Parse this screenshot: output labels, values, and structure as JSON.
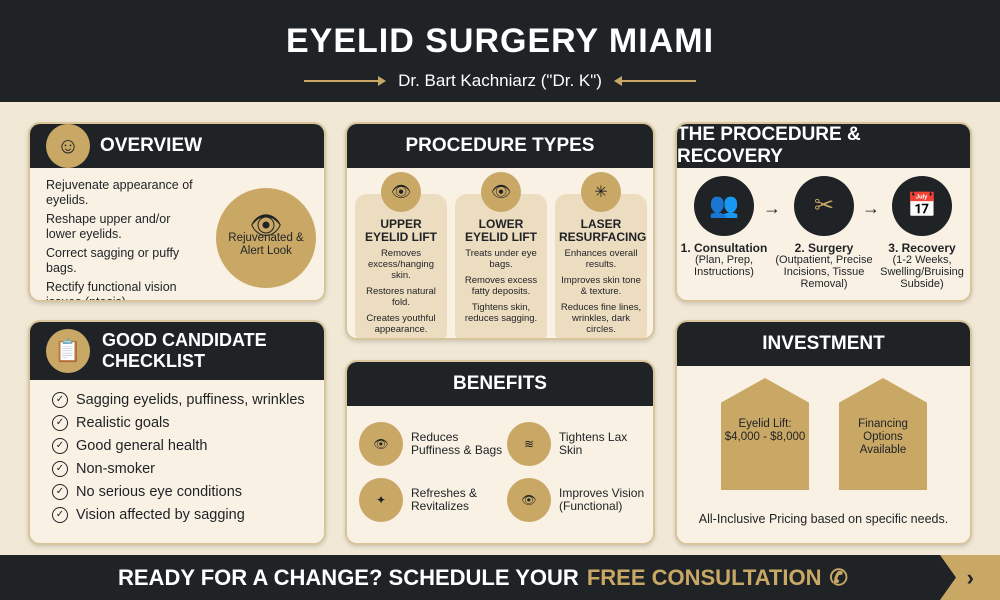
{
  "header": {
    "title": "EYELID SURGERY MIAMI",
    "subtitle": "Dr. Bart Kachniarz (\"Dr. K\")"
  },
  "overview": {
    "title": "OVERVIEW",
    "items": [
      "Rejuvenate appearance of eyelids.",
      "Reshape upper and/or lower eyelids.",
      "Correct sagging or puffy bags.",
      "Rectify functional vision issues (ptosis)."
    ],
    "badge": "Rejuvenated & Alert Look"
  },
  "checklist": {
    "title": "GOOD CANDIDATE CHECKLIST",
    "items": [
      "Sagging eyelids, puffiness, wrinkles",
      "Realistic goals",
      "Good general health",
      "Non-smoker",
      "No serious eye conditions",
      "Vision affected by sagging"
    ]
  },
  "procedures": {
    "title": "PROCEDURE TYPES",
    "types": [
      {
        "name": "UPPER EYELID LIFT",
        "points": [
          "Removes excess/hanging skin.",
          "Restores natural fold.",
          "Creates youthful appearance."
        ]
      },
      {
        "name": "LOWER EYELID LIFT",
        "points": [
          "Treats under eye bags.",
          "Removes excess fatty deposits.",
          "Tightens skin, reduces sagging."
        ]
      },
      {
        "name": "LASER RESURFACING",
        "points": [
          "Enhances overall results.",
          "Improves skin tone & texture.",
          "Reduces fine lines, wrinkles, dark circles."
        ]
      }
    ]
  },
  "benefits": {
    "title": "BENEFITS",
    "items": [
      "Reduces Puffiness & Bags",
      "Tightens Lax Skin",
      "Refreshes & Revitalizes",
      "Improves Vision (Functional)"
    ]
  },
  "recovery": {
    "title": "THE PROCEDURE & RECOVERY",
    "steps": [
      {
        "name": "1. Consultation",
        "detail": "(Plan, Prep, Instructions)"
      },
      {
        "name": "2. Surgery",
        "detail": "(Outpatient, Precise Incisions, Tissue Removal)"
      },
      {
        "name": "3. Recovery",
        "detail": "(1-2 Weeks, Swelling/Bruising Subside)"
      }
    ]
  },
  "investment": {
    "title": "INVESTMENT",
    "price": "Eyelid Lift: $4,000 - $8,000",
    "financing": "Financing Options Available",
    "note": "All-Inclusive Pricing based on specific needs."
  },
  "footer": {
    "cta": "READY FOR A CHANGE? SCHEDULE YOUR",
    "highlight": "FREE CONSULTATION"
  },
  "colors": {
    "dark": "#1f2326",
    "gold": "#c9a866",
    "cream": "#f1e8d6"
  }
}
